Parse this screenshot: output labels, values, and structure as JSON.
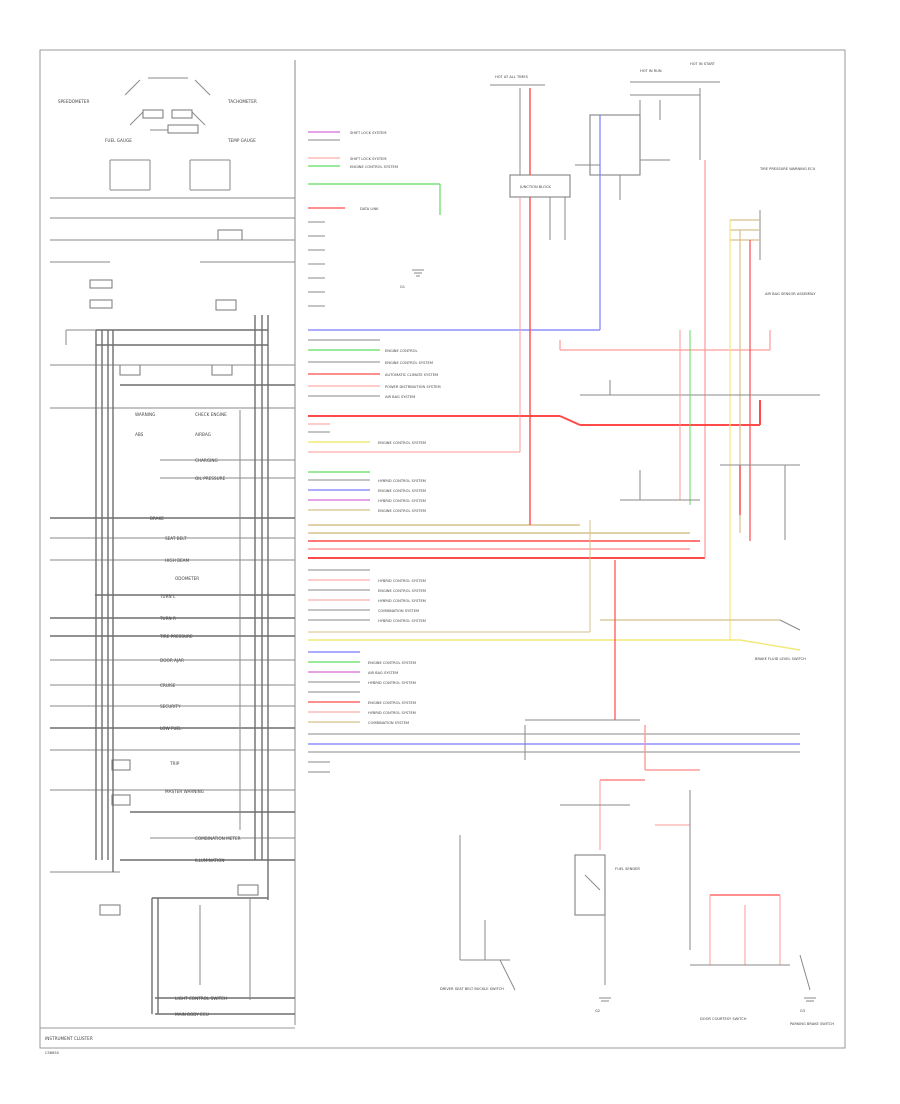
{
  "diagram": {
    "title": "INSTRUMENT CLUSTER",
    "footer_code": "C58850",
    "colors": {
      "red": "#ff4a4a",
      "pink": "#ff9a9a",
      "yellow": "#f2e878",
      "tan": "#d8c08a",
      "blue": "#7b7bff",
      "green": "#5fdc5f",
      "violet": "#d66ad6",
      "gray": "#8a8a8a",
      "black": "#555555"
    },
    "cluster_labels": {
      "speedometer": "SPEEDOMETER",
      "tachometer": "TACHOMETER",
      "fuel_gauge": "FUEL GAUGE",
      "temp_gauge": "TEMP GAUGE",
      "odometer": "ODOMETER",
      "trip": "TRIP",
      "warning": "WARNING",
      "check_engine": "CHECK ENGINE",
      "abs": "ABS",
      "airbag": "AIRBAG",
      "charging": "CHARGING",
      "oil_pressure": "OIL PRESSURE",
      "brake": "BRAKE",
      "seat_belt": "SEAT BELT",
      "high_beam": "HIGH BEAM",
      "turn_left": "TURN L",
      "turn_right": "TURN R",
      "tire_pressure": "TIRE PRESSURE",
      "illumination": "ILLUMINATION",
      "door_ajar": "DOOR AJAR",
      "cruise": "CRUISE",
      "security": "SECURITY",
      "low_fuel": "LOW FUEL",
      "master_warning": "MASTER WARNING"
    },
    "wire_labels": {
      "w1": "SHIFT LOCK SYSTEM",
      "w2": "SHIFT LOCK SYSTEM",
      "w3": "ENGINE CONTROL SYSTEM",
      "w4": "DATA LINK",
      "w5": "ENGINE CONTROL",
      "w6": "ENGINE CONTROL SYSTEM",
      "w7": "AUTOMATIC CLIMATE SYSTEM",
      "w8": "POWER DISTRIBUTION SYSTEM",
      "w9": "AIR BAG SYSTEM",
      "w10": "ENGINE CONTROL SYSTEM",
      "w11": "HYBRID CONTROL SYSTEM",
      "w12": "ENGINE CONTROL SYSTEM",
      "w13": "HYBRID CONTROL SYSTEM",
      "w14": "ENGINE CONTROL SYSTEM",
      "w15": "HYBRID CONTROL SYSTEM",
      "w16": "ENGINE CONTROL SYSTEM",
      "w17": "HYBRID CONTROL SYSTEM",
      "w18": "COMBINATION SYSTEM",
      "w19": "HYBRID CONTROL SYSTEM",
      "w20": "ENGINE CONTROL SYSTEM",
      "w21": "AIR BAG SYSTEM",
      "w22": "HYBRID CONTROL SYSTEM",
      "w23": "ENGINE CONTROL SYSTEM",
      "w24": "HYBRID CONTROL SYSTEM",
      "w25": "COMBINATION SYSTEM"
    },
    "component_labels": {
      "fuse_block": "HOT AT ALL TIMES",
      "hot_in_run": "HOT IN RUN",
      "hot_start": "HOT IN START",
      "junction_block": "JUNCTION BLOCK",
      "ground_a": "G1",
      "ground_b": "G2",
      "ground_c": "G3",
      "brake_switch": "BRAKE FLUID LEVEL SWITCH",
      "parking_brake": "PARKING BRAKE SWITCH",
      "seat_belt_sw": "DRIVER SEAT BELT BUCKLE SWITCH",
      "fuel_sender": "FUEL SENDER",
      "door_switch": "DOOR COURTESY SWITCH",
      "combination_meter": "COMBINATION METER",
      "tire_ecu": "TIRE PRESSURE WARNING ECU",
      "airbag_sensor": "AIR BAG SENSOR ASSEMBLY",
      "body_ecu": "MAIN BODY ECU",
      "light_switch": "LIGHT CONTROL SWITCH"
    }
  }
}
